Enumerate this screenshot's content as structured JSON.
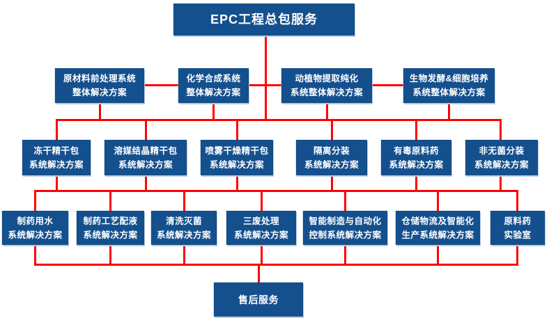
{
  "diagram": {
    "root": {
      "label": "EPC工程总包服务"
    },
    "level2": [
      {
        "line1": "原材料前处理系统",
        "line2": "整体解决方案"
      },
      {
        "line1": "化学合成系统",
        "line2": "整体解决方案"
      },
      {
        "line1": "动植物提取纯化",
        "line2": "系统整体解决方案"
      },
      {
        "line1": "生物发酵&细胞培养",
        "line2": "系统整体解决方案"
      }
    ],
    "level3": [
      {
        "line1": "冻干精干包",
        "line2": "系统解决方案"
      },
      {
        "line1": "溶媒结晶精干包",
        "line2": "系统解决方案"
      },
      {
        "line1": "喷雾干燥精干包",
        "line2": "系统解决方案"
      },
      {
        "line1": "隔离分装",
        "line2": "系统解决方案"
      },
      {
        "line1": "有毒原料药",
        "line2": "系统解决方案"
      },
      {
        "line1": "非无菌分装",
        "line2": "系统解决方案"
      }
    ],
    "level4": [
      {
        "line1": "制药用水",
        "line2": "系统解决方案"
      },
      {
        "line1": "制药工艺配液",
        "line2": "系统解决方案"
      },
      {
        "line1": "清洗灭菌",
        "line2": "系统解决方案"
      },
      {
        "line1": "三废处理",
        "line2": "系统解决方案"
      },
      {
        "line1": "智能制造与自动化",
        "line2": "控制系统解决方案"
      },
      {
        "line1": "仓储物流及智能化",
        "line2": "生产系统解决方案"
      },
      {
        "line1": "原料药",
        "line2": "实验室"
      }
    ],
    "footer": {
      "label": "售后服务"
    },
    "colors": {
      "box_fill": "#15508E",
      "box_edge": "#B3CBE6",
      "connector": "#FE0000",
      "text": "#FFFFFF",
      "background": "#FFFFFF"
    }
  }
}
